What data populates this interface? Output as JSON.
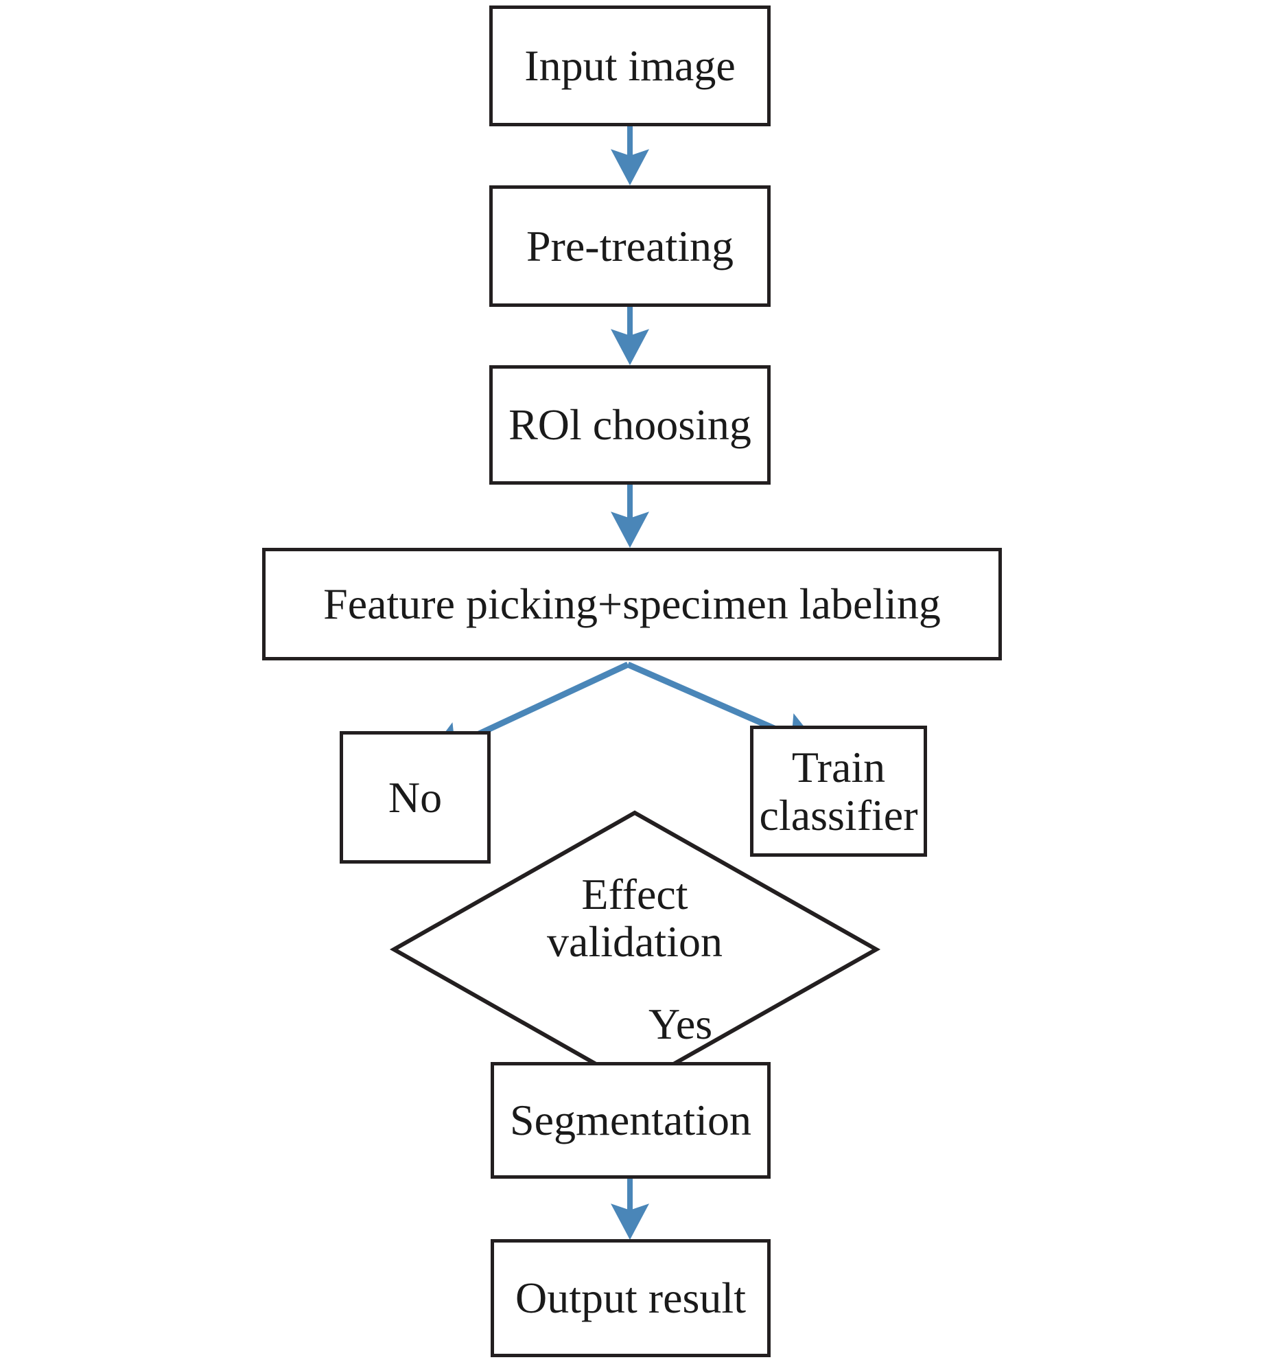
{
  "diagram": {
    "title": "Image segmentation workflow flowchart",
    "type": "flowchart",
    "colors": {
      "arrow": "#4a86b8",
      "outline": "#231f20",
      "text": "#1a1a1a",
      "background": "#ffffff"
    },
    "nodes": [
      {
        "id": "input-image",
        "shape": "rectangle",
        "label": "Input image"
      },
      {
        "id": "pre-treating",
        "shape": "rectangle",
        "label": "Pre-treating"
      },
      {
        "id": "roi-choosing",
        "shape": "rectangle",
        "label": "ROl choosing"
      },
      {
        "id": "feature",
        "shape": "rectangle",
        "label": "Feature picking+specimen labeling"
      },
      {
        "id": "no",
        "shape": "rectangle",
        "label": "No"
      },
      {
        "id": "train",
        "shape": "rectangle",
        "label": "Train\nclassifier"
      },
      {
        "id": "effect",
        "shape": "diamond",
        "label": "Effect\nvalidation"
      },
      {
        "id": "segmentation",
        "shape": "rectangle",
        "label": "Segmentation"
      },
      {
        "id": "output",
        "shape": "rectangle",
        "label": "Output result"
      }
    ],
    "edges": [
      {
        "from": "input-image",
        "to": "pre-treating",
        "label": ""
      },
      {
        "from": "pre-treating",
        "to": "roi-choosing",
        "label": ""
      },
      {
        "from": "roi-choosing",
        "to": "feature",
        "label": ""
      },
      {
        "from": "feature",
        "to": "no",
        "label": ""
      },
      {
        "from": "feature",
        "to": "train",
        "label": ""
      },
      {
        "from": "effect",
        "to": "segmentation",
        "label": "Yes"
      },
      {
        "from": "segmentation",
        "to": "output",
        "label": ""
      }
    ],
    "edge_labels": {
      "yes": "Yes"
    }
  }
}
